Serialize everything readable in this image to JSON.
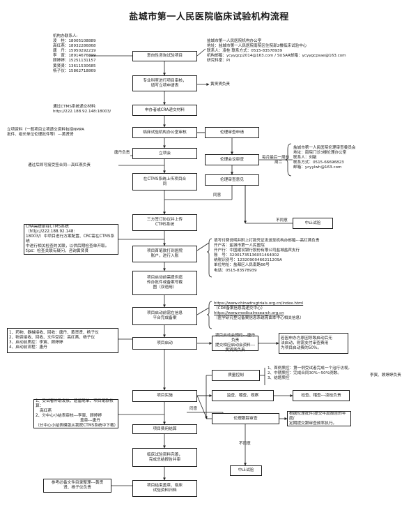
{
  "title": "盐城市第一人民医院临床试验机构流程",
  "contacts_left": {
    "heading": "机构办联系人:",
    "lines": [
      "凌　桂：18005108889",
      "高红燕：18932286868",
      "唐　丹：15950292219",
      "李　寅：18914676899",
      "顾婷婷：15251131157",
      "黄贤贤：13611530685",
      "杨子仪：15862718869"
    ]
  },
  "contacts_right": {
    "lines": [
      "盐城市第一人民医院机构办公室",
      "地址：盐城市第一人民医院南院区住院部2楼临床试验中心",
      "联系人：凌桂 联系方式：0515-83578939",
      "机构邮箱：ycyygcp2014@163.com / SUSAR邮箱：ycyygcpsae@163.com",
      "研究科室：PI"
    ]
  },
  "steps": {
    "s1": "意向性咨询试验项目",
    "s2": [
      "专业科室进行项目审核，",
      "填写立项申请表"
    ],
    "s3": "申办者或CRA递交材料",
    "s4": "临床试验机构办公室审核",
    "s5": "立项会",
    "s6": [
      "在CTMS系统上传项目合",
      "同"
    ],
    "s7": [
      "三方签订协议并上传",
      "CTMS系统"
    ],
    "s8": [
      "项目首笔款打到医院",
      "账户，进行入账"
    ],
    "s9": [
      "项目启动前需提供遗",
      "传办批件或备案号截",
      "图（双语用）"
    ],
    "s10": [
      "项目启动前需在信息",
      "平台完成备案"
    ],
    "s11": "项目启动",
    "s12": "项目实施",
    "s13": "项目费用结算",
    "s14": [
      "临床试验资料完善，",
      "完成总结报告并审"
    ],
    "s15": [
      "项目结束盖章、临床",
      "试验资料归档"
    ]
  },
  "ethics": {
    "apply": "伦理审查申请",
    "meeting": "伦理会议审查",
    "opinion": "伦理审查意见",
    "agree": "同意",
    "disagree": "不同意",
    "stop": "中止试验",
    "review": "伦理跟踪审查"
  },
  "notes": {
    "after_s2": "黄贤贤负责",
    "ctms_submit": [
      "通过CTMS系统递交材料:",
      "http://222.188.92.148:18003/"
    ],
    "nmpa": [
      "立项资料（一般项目立项递交资料包括NMPA",
      "批件、组长单位伦理批件等）---黄贤贤"
    ],
    "tang": "唐丹负责",
    "contract": "通过后即可接受签合同---高红燕负责",
    "monthly": [
      "每月最后一周的",
      "周二"
    ],
    "ethics_office": [
      "盐城市第一人民医院伦理审查委员会",
      "地址：南院门诊3楼伦理办公室",
      "联系人：刘敏",
      "联系方式：0515-66696823",
      "邮箱：ycyylwh@163.com"
    ],
    "cra_ctms": [
      "CRA需提前在CTMS系统（http://222.188.92.148:",
      "18003/）中项目进行方案配置、CRC需在CTMS系统",
      "中进行相关检查的关联，以供后期检查单开取。",
      "tips：检查关联有疑问，咨询黄贤贤"
    ],
    "payment": [
      "填写付费说明并附上打款凭证发送至机构办邮箱---高红燕负责",
      "开户名：盐城市第一人民医院",
      "开户行：中国建设银行股份有限公司盐城盐宾支行",
      "账　号：32001735136051464002",
      "纳税识别号：12320900466211209A",
      "单位地址：盐都区人民南路66号",
      "电话：0515-83578939"
    ],
    "links": [
      "https://www.chinadrugtrials.org.cn/index.html",
      "（CDE备案信息需递交中心）",
      "https://www.medicalresearch.org.cn",
      "（医学研究登记备案信息系统需由本中心相关信息）"
    ],
    "startup_tasks": [
      "1、药物、器械接收、回收：唐丹、黄贤贤、杨子仪",
      "2、物资接收、回收、文件受控：高红燕、杨子仪",
      "3、启动前质控：李寅、顾婷婷",
      "4、启动前流程：唐丹"
    ],
    "startup_meeting": [
      "项目启动会预约---唐丹负责",
      "提交相应启动会资料---黄贤贤负责"
    ],
    "startup_fee": [
      "若因申办方原因导致启动后无",
      "法启动，则需支付审查费用",
      "为项目启动费的50%。"
    ],
    "qc_title": "质量控制",
    "qc_items": [
      "1、首例质控：第一例受试者完成一个治疗访视。",
      "2、中期质控：完成合同30%~50%例数。",
      "3、结题质控"
    ],
    "qc_people": "李寅、顾婷婷负责",
    "monitor": "监查、稽查、视察",
    "inspect": "检查、稽查---凌桂负责",
    "settle": [
      "1、受试者补助发放、遗留尾单、项目尾款核算：",
      "高红燕",
      "2、分中心小结表审核---李寅、顾婷婷",
      "盖章---唐丹",
      "（分中心小结表模版从我院CTMS系统中下载）"
    ],
    "track_desc": [
      "根据伦理批件/提交年度报告的年度/",
      "定期提交跟审查频率执行。"
    ],
    "archive": [
      "参考必备文件目录整理---黄贤",
      "贤、杨子仪负责"
    ]
  }
}
